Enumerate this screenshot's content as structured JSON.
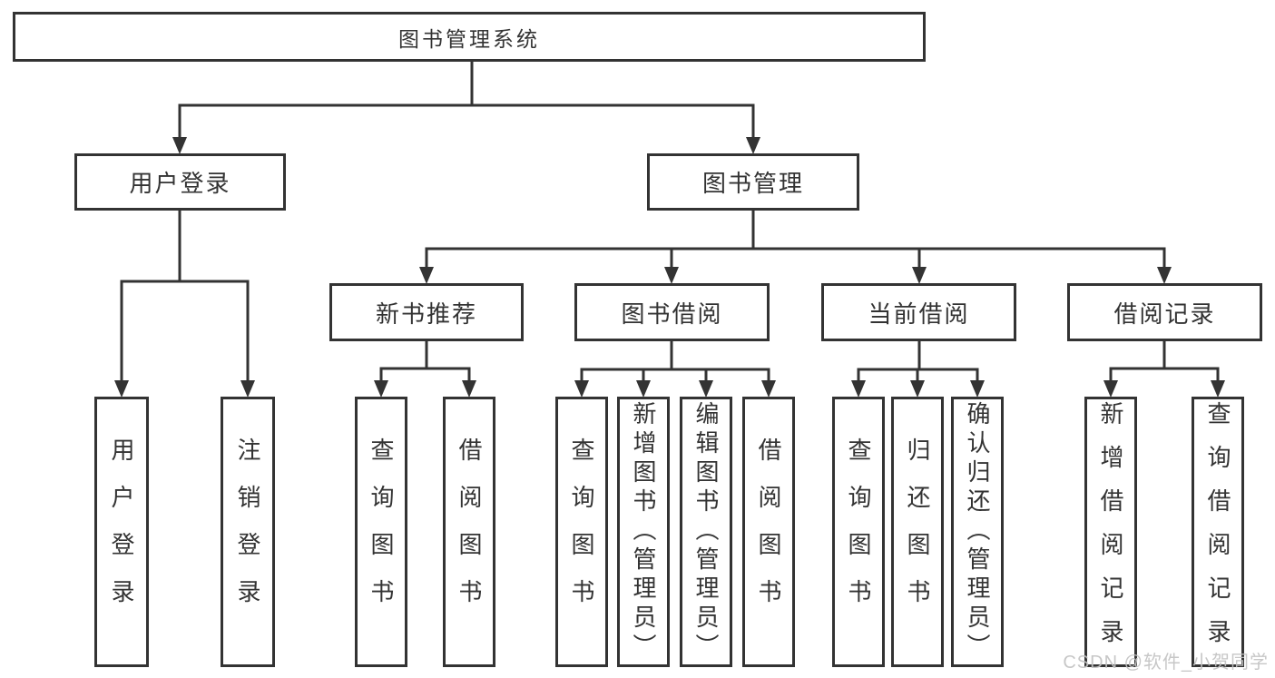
{
  "tree": {
    "root": "图书管理系统",
    "branches": [
      {
        "label": "用户登录",
        "leaves": [
          "用户登录",
          "注销登录"
        ]
      },
      {
        "label": "图书管理",
        "groups": [
          {
            "label": "新书推荐",
            "leaves": [
              "查询图书",
              "借阅图书"
            ]
          },
          {
            "label": "图书借阅",
            "leaves": [
              "查询图书",
              "新增图书（管理员）",
              "编辑图书（管理员）",
              "借阅图书"
            ]
          },
          {
            "label": "当前借阅",
            "leaves": [
              "查询图书",
              "归还图书",
              "确认归还（管理员）"
            ]
          },
          {
            "label": "借阅记录",
            "leaves": [
              "新增借阅记录",
              "查询借阅记录"
            ]
          }
        ]
      }
    ]
  },
  "watermark": "CSDN @软件_小贺同学",
  "colors": {
    "line": "#333333",
    "text": "#333333",
    "background": "#ffffff",
    "watermark": "#c3c3c3"
  }
}
